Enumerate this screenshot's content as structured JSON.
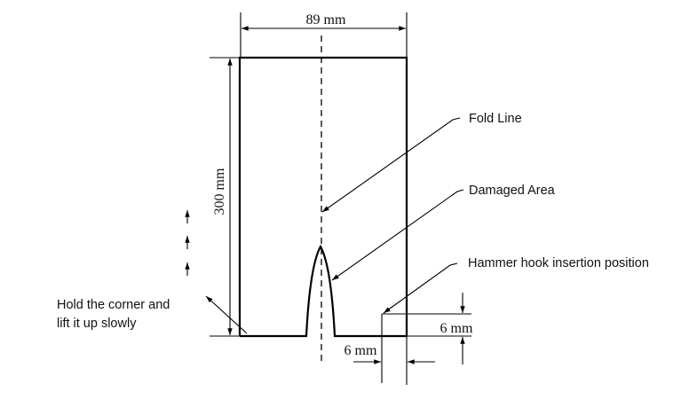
{
  "dimensions": {
    "width_label": "89 mm",
    "height_label": "300 mm",
    "hook_vertical_offset_label": "6 mm",
    "hook_horizontal_offset_label": "6 mm"
  },
  "callouts": {
    "fold_line": "Fold Line",
    "damaged_area": "Damaged Area",
    "hammer_hook": "Hammer hook insertion position",
    "hold_corner_line1": "Hold the corner and",
    "hold_corner_line2": "lift it up slowly"
  }
}
